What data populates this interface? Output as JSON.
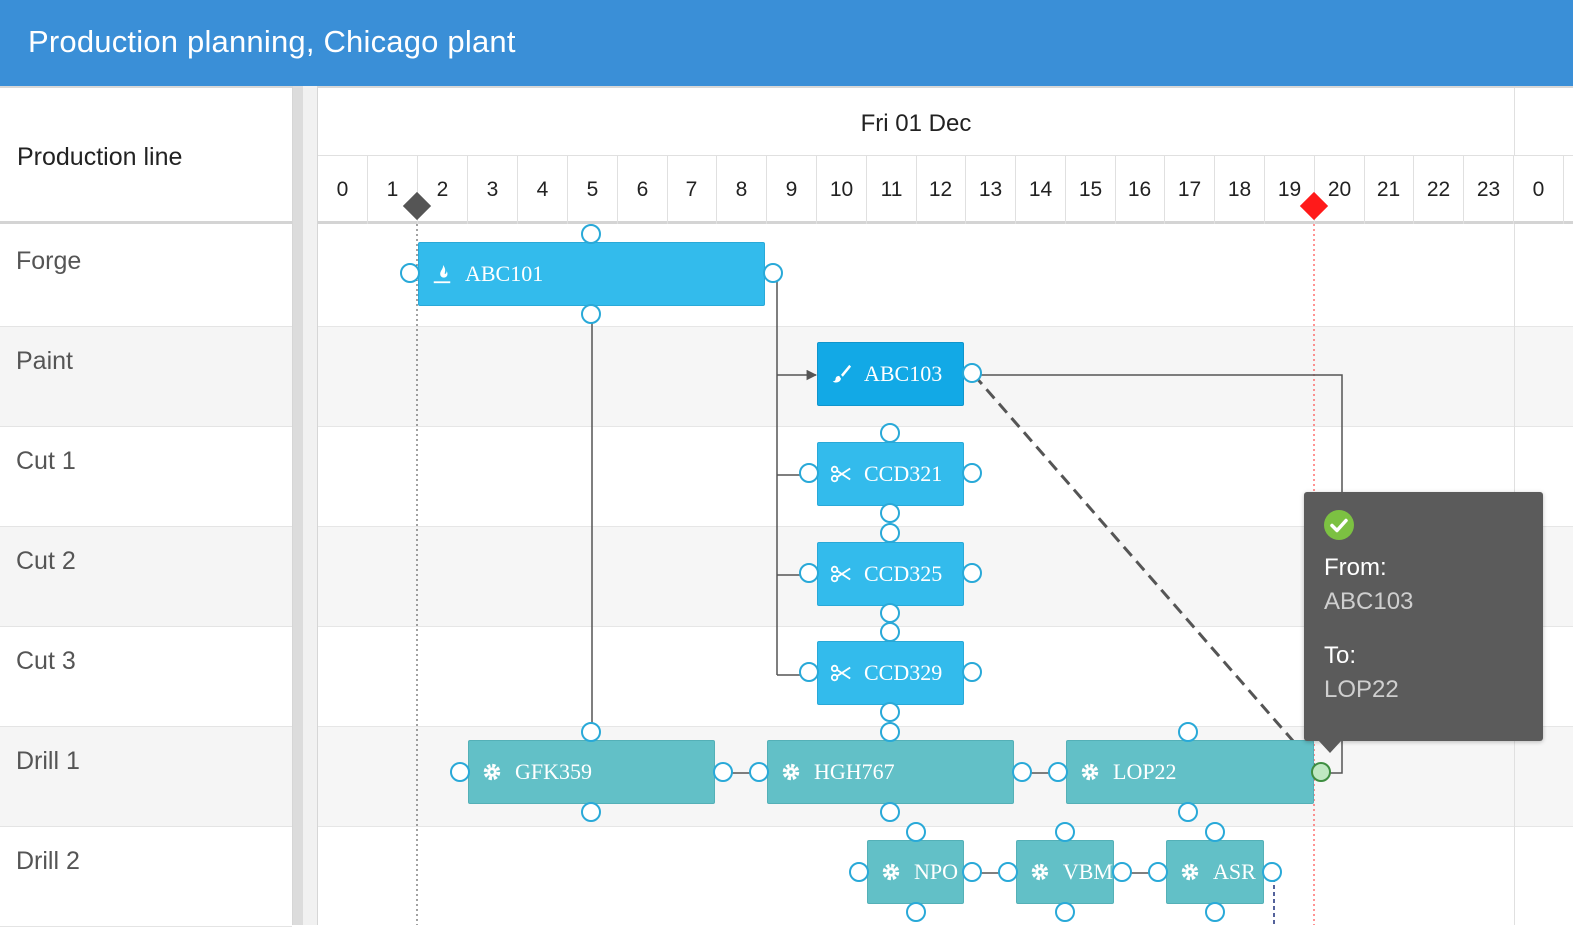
{
  "header": {
    "title": "Production planning, Chicago plant"
  },
  "left": {
    "column_header": "Production line",
    "rows": [
      "Forge",
      "Paint",
      "Cut 1",
      "Cut 2",
      "Cut 3",
      "Drill 1",
      "Drill 2"
    ]
  },
  "timeline": {
    "date_label": "Fri 01 Dec",
    "hours": [
      "0",
      "1",
      "2",
      "3",
      "4",
      "5",
      "6",
      "7",
      "8",
      "9",
      "10",
      "11",
      "12",
      "13",
      "14",
      "15",
      "16",
      "17",
      "18",
      "19",
      "20",
      "21",
      "22",
      "23",
      "0"
    ]
  },
  "tasks": {
    "abc101": "ABC101",
    "abc103": "ABC103",
    "ccd321": "CCD321",
    "ccd325": "CCD325",
    "ccd329": "CCD329",
    "gfk359": "GFK359",
    "hgh767": "HGH767",
    "lop22": "LOP22",
    "npo": "NPO",
    "vbm": "VBM",
    "asr": "ASR"
  },
  "tooltip": {
    "from_label": "From:",
    "from_value": "ABC103",
    "to_label": "To:",
    "to_value": "LOP22"
  },
  "colors": {
    "header": "#3a8fd7",
    "task_blue": "#33bbec",
    "task_blue_selected": "#12a9e6",
    "task_teal": "#62c0c7",
    "milestone_start": "#555555",
    "milestone_deadline": "#ff1a1a",
    "tooltip_bg": "#5b5b5b",
    "valid_check": "#7cc142"
  }
}
